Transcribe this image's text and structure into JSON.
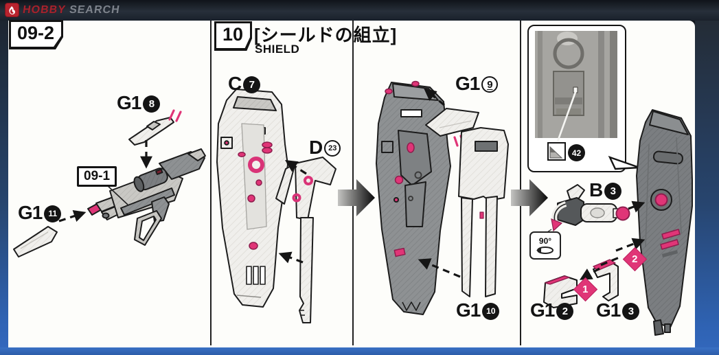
{
  "watermark": {
    "text_primary": "HOBBY",
    "text_secondary": "SEARCH"
  },
  "colors": {
    "accent_pink": "#e03577",
    "frame_blue": "#2f63b4",
    "frame_dark": "#1a212b",
    "page": "#fdfdfa"
  },
  "step09": {
    "number": "09-2",
    "subassembly_ref": "09-1",
    "labels": {
      "scope": {
        "runner": "G1",
        "num": "8"
      },
      "sensor_cone": {
        "runner": "G1",
        "num": "11"
      }
    }
  },
  "step10": {
    "number": "10",
    "title_jp": "[シールドの組立]",
    "title_en": "SHIELD",
    "labels": {
      "c7": {
        "runner": "C",
        "num": "7"
      },
      "d23": {
        "runner": "D",
        "num": "23"
      },
      "g19": {
        "runner": "G1",
        "num": "9"
      },
      "g110": {
        "runner": "G1",
        "num": "10"
      },
      "b3": {
        "runner": "B",
        "num": "3"
      },
      "g12": {
        "runner": "G1",
        "num": "2"
      },
      "g13": {
        "runner": "G1",
        "num": "3"
      }
    },
    "callout": {
      "sticker_num": "42"
    },
    "rotation_note": "90°",
    "sequence": {
      "first": "1",
      "second": "2"
    }
  }
}
